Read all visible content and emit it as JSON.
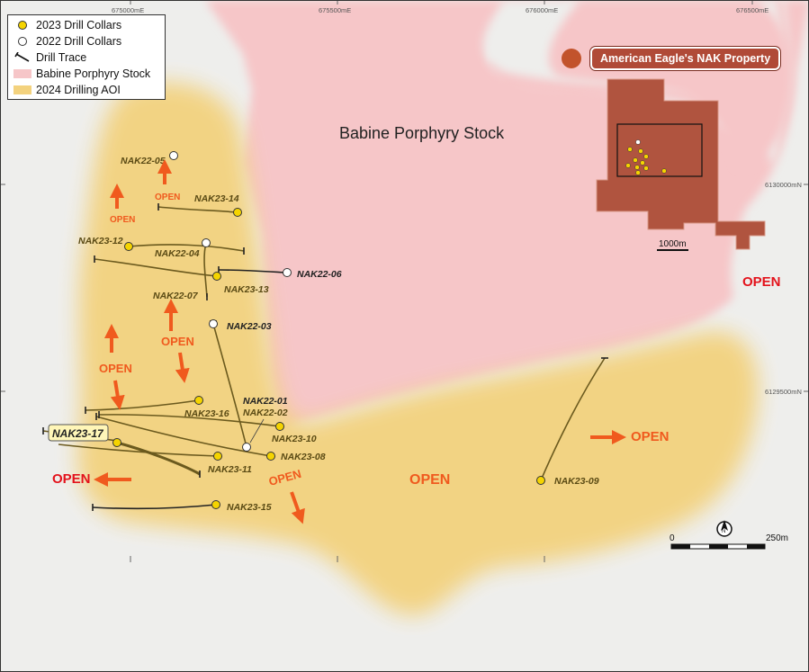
{
  "legend": {
    "items": [
      {
        "label": "2023 Drill Collars",
        "color": "#f5d400"
      },
      {
        "label": "2022 Drill Collars",
        "color": "#ffffff"
      },
      {
        "label": "Drill Trace"
      },
      {
        "label": "Babine Porphyry Stock",
        "color": "#f6c6c8"
      },
      {
        "label": "2024 Drilling AOI",
        "color": "#f3d27e"
      }
    ]
  },
  "grid": {
    "eastings": [
      "675000mE",
      "675500mE",
      "676000mE",
      "676500mE"
    ],
    "northings": [
      "6130000mN",
      "6129500mN"
    ]
  },
  "stock_label": "Babine Porphyry Stock",
  "inset": {
    "title": "American Eagle's NAK Property",
    "scale_label": "1000m"
  },
  "scale_bar": {
    "start": "0",
    "end": "250m",
    "north": "N"
  },
  "holes": {
    "nak22_05": "NAK22-05",
    "nak23_14": "NAK23-14",
    "nak23_12": "NAK23-12",
    "nak22_04": "NAK22-04",
    "nak22_06": "NAK22-06",
    "nak23_13": "NAK23-13",
    "nak22_07": "NAK22-07",
    "nak22_03": "NAK22-03",
    "nak22_01": "NAK22-01",
    "nak22_02": "NAK22-02",
    "nak23_16": "NAK23-16",
    "nak23_10": "NAK23-10",
    "nak23_17": "NAK23-17",
    "nak23_08": "NAK23-08",
    "nak23_11": "NAK23-11",
    "nak23_15": "NAK23-15",
    "nak23_09": "NAK23-09"
  },
  "open_label": "OPEN",
  "colors": {
    "collar_2023": "#f5d400",
    "collar_2022": "#ffffff",
    "trace": "#6b5a1e",
    "stock": "#f6c6c8",
    "aoi": "#f3d27e",
    "arrow": "#f05a1e",
    "open_red": "#e3121b",
    "property": "#b0543f"
  }
}
